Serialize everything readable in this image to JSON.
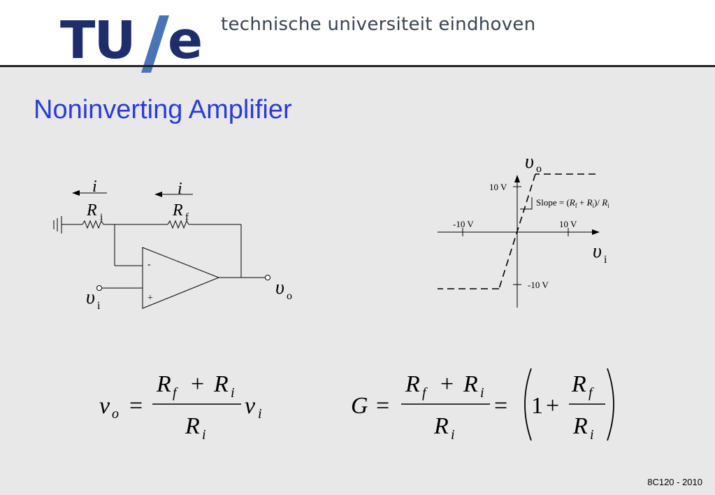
{
  "header": {
    "logo": "TU/e",
    "university_name": "technische universiteit eindhoven"
  },
  "slide": {
    "title": "Noninverting Amplifier"
  },
  "circuit": {
    "current_left": "i",
    "current_right": "i",
    "resistor_in": {
      "symbol": "R",
      "subscript": "i"
    },
    "resistor_fb": {
      "symbol": "R",
      "subscript": "f"
    },
    "opamp_minus": "-",
    "opamp_plus": "+",
    "input": {
      "symbol": "υ",
      "subscript": "i"
    },
    "output": {
      "symbol": "υ",
      "subscript": "o"
    }
  },
  "transfer_plot": {
    "y_axis": {
      "symbol": "υ",
      "subscript": "o"
    },
    "x_axis": {
      "symbol": "υ",
      "subscript": "i"
    },
    "y_tick_pos": "10 V",
    "y_tick_neg": "-10 V",
    "x_tick_pos": "10 V",
    "x_tick_neg": "-10 V",
    "slope_label_start": "Slope = (",
    "slope_R1": "R",
    "slope_R1_sub": "f",
    "slope_plus": " + ",
    "slope_R2": "R",
    "slope_R2_sub": "i",
    "slope_mid": ")/ ",
    "slope_R3": "R",
    "slope_R3_sub": "i"
  },
  "equations": {
    "eq1_lhs": "v",
    "eq1_lhs_sub": "o",
    "eq1_num_R1": "R",
    "eq1_num_R1_sub": "f",
    "eq1_num_plus": "+",
    "eq1_num_R2": "R",
    "eq1_num_R2_sub": "i",
    "eq1_den": "R",
    "eq1_den_sub": "i",
    "eq1_rhs": "v",
    "eq1_rhs_sub": "i",
    "equals": "=",
    "eq2_lhs": "G",
    "eq2_one": "1",
    "eq2_plus": "+"
  },
  "footer": {
    "course": "8C120 - 2010"
  },
  "colors": {
    "brand_navy": "#1f2d6b",
    "title_blue": "#2b3bd9",
    "background": "#e8e8e8"
  }
}
